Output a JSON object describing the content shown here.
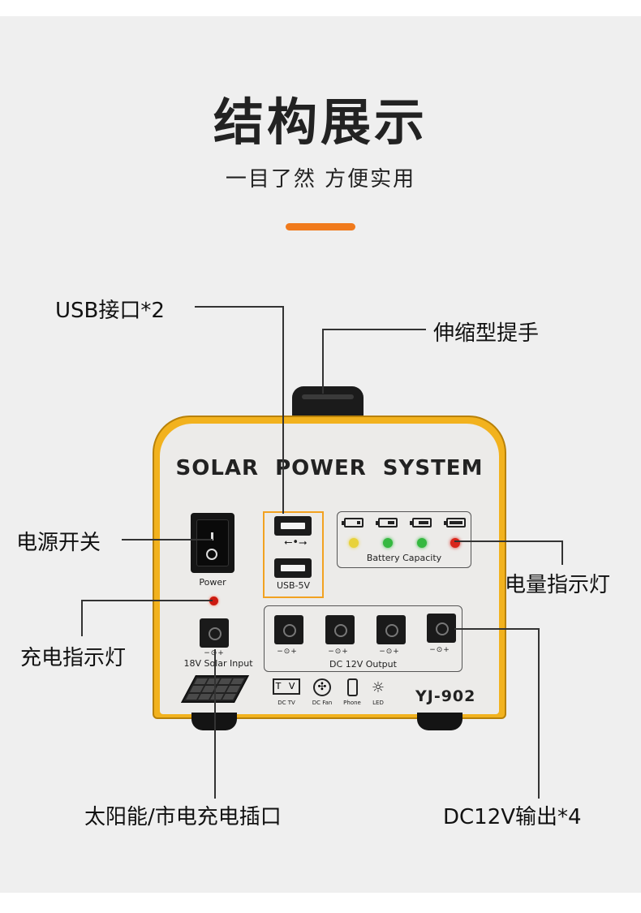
{
  "header": {
    "title": "结构展示",
    "subtitle": "一目了然 方便实用"
  },
  "colors": {
    "accent": "#f07a1c",
    "frame": "#f2b21e",
    "face": "#ecebe9",
    "background": "#efefef"
  },
  "callouts": {
    "usb": "USB接口*2",
    "handle": "伸缩型提手",
    "power_switch": "电源开关",
    "battery_indicator": "电量指示灯",
    "charge_indicator": "充电指示灯",
    "solar_input": "太阳能/市电充电插口",
    "dc_output": "DC12V输出*4"
  },
  "device": {
    "name": "SOLAR POWER SYSTEM",
    "model": "YJ-902",
    "power_label": "Power",
    "usb_label": "USB-5V",
    "usb_symbol": "⭠•⭢",
    "battery_label": "Battery Capacity",
    "battery_leds": [
      {
        "color": "#e8d23a",
        "level": 0.25
      },
      {
        "color": "#35b840",
        "level": 0.5
      },
      {
        "color": "#35b840",
        "level": 0.75
      },
      {
        "color": "#d8261c",
        "level": 1.0
      }
    ],
    "solar_input_label": "18V Solar Input",
    "dc_output_label": "DC 12V Output",
    "polarity": "−⊙+",
    "appliances": [
      {
        "icon": "tv-icon",
        "glyph": "T V",
        "label": "DC TV"
      },
      {
        "icon": "fan-icon",
        "glyph": "✣",
        "label": "DC Fan"
      },
      {
        "icon": "phone-icon",
        "glyph": "",
        "label": "Phone"
      },
      {
        "icon": "bulb-icon",
        "glyph": "☼",
        "label": "LED"
      }
    ]
  }
}
